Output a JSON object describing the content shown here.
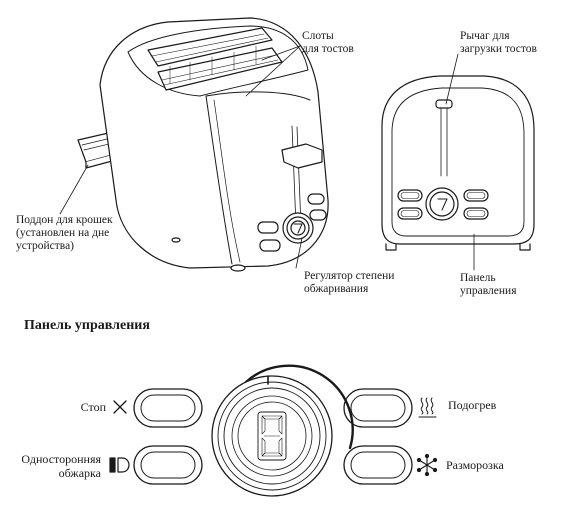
{
  "diagram": {
    "callouts": {
      "slots": [
        "Слоты",
        "для тостов"
      ],
      "lever": [
        "Рычаг для",
        "загрузки тостов"
      ],
      "crumb_tray": [
        "Поддон для крошек",
        "(установлен на дне",
        "устройства)"
      ],
      "browning_control": [
        "Регулятор степени",
        "обжаривания"
      ],
      "control_panel": [
        "Панель",
        "управления"
      ]
    },
    "section_title": "Панель управления",
    "panel_buttons": {
      "stop": "Стоп",
      "single_side": [
        "Односторонняя",
        "обжарка"
      ],
      "reheat": "Подогрев",
      "defrost": "Разморозка"
    },
    "dial_digit": "7"
  }
}
